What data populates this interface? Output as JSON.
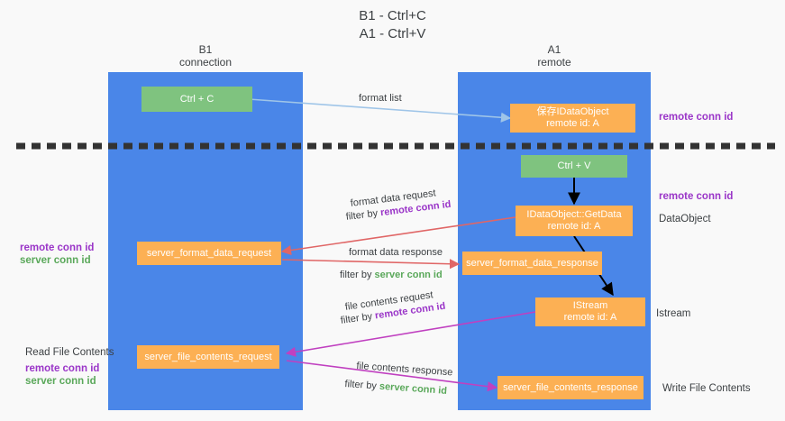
{
  "title": {
    "line1": "B1 - Ctrl+C",
    "line2": "A1 - Ctrl+V"
  },
  "lanes": [
    {
      "id": "b1",
      "name": "B1",
      "subtitle": "connection"
    },
    {
      "id": "a1",
      "name": "A1",
      "subtitle": "remote"
    }
  ],
  "nodes": {
    "ctrl_c": {
      "label": "Ctrl + C",
      "color": "#7fc37f"
    },
    "save_idataobject": {
      "line1": "保存IDataObject",
      "line2": "remote id: A",
      "color": "#fcb054"
    },
    "ctrl_v": {
      "label": "Ctrl + V",
      "color": "#7fc37f"
    },
    "getdata": {
      "line1": "IDataObject::GetData",
      "line2": "remote id: A",
      "color": "#fcb054"
    },
    "server_format_data_request": {
      "label": "server_format_data_request",
      "color": "#fcb054"
    },
    "server_format_data_response": {
      "label": "server_format_data_response",
      "color": "#fcb054"
    },
    "istream": {
      "line1": "IStream",
      "line2": "remote id: A",
      "color": "#fcb054"
    },
    "server_file_contents_request": {
      "label": "server_file_contents_request",
      "color": "#fcb054"
    },
    "server_file_contents_response": {
      "label": "server_file_contents_response",
      "color": "#fcb054"
    }
  },
  "edge_labels": {
    "format_list": "format list",
    "format_data_request": "format data request",
    "format_data_request_filter_prefix": "filter by ",
    "format_data_request_filter_key": "remote conn id",
    "format_data_response": "format data response",
    "format_data_response_filter_prefix": "filter by ",
    "format_data_response_filter_key": "server conn id",
    "file_contents_request": "file contents request",
    "file_contents_request_filter_prefix": "filter by ",
    "file_contents_request_filter_key": "remote conn id",
    "file_contents_response": "file contents response",
    "file_contents_response_filter_prefix": "filter by ",
    "file_contents_response_filter_key": "server conn id"
  },
  "side_labels": {
    "right_remote_conn_id_top": "remote conn id",
    "right_remote_conn_id_mid": "remote conn id",
    "right_dataobject": "DataObject",
    "right_istream": "Istream",
    "right_write_file_contents": "Write File Contents",
    "left_remote_conn_id": "remote conn id",
    "left_server_conn_id": "server conn id",
    "left_read_file_contents": "Read File Contents",
    "left_remote_conn_id_2": "remote conn id",
    "left_server_conn_id_2": "server conn id"
  },
  "colors": {
    "lane": "#4a86e8",
    "green_node": "#7fc37f",
    "orange_node": "#fcb054",
    "purple_text": "#9a35c8",
    "green_text": "#5aa85a",
    "arrow_lightblue": "#9fc5e8",
    "arrow_red": "#e06666",
    "arrow_magenta": "#c040c0",
    "arrow_black": "#000000",
    "divider": "#333333",
    "background": "#f9f9f9"
  }
}
